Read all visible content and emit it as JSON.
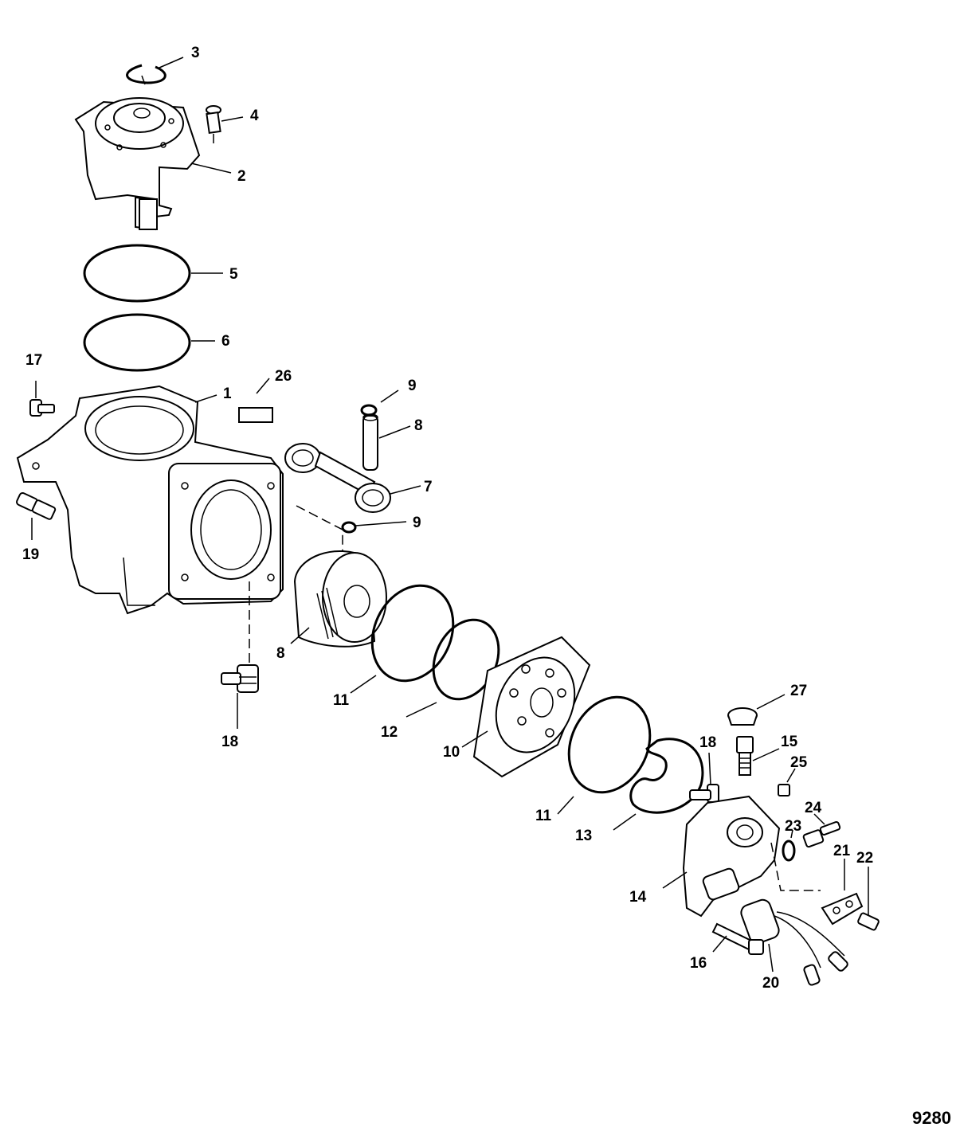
{
  "figure_id": "9280",
  "callouts": {
    "c1": "1",
    "c2": "2",
    "c3": "3",
    "c4": "4",
    "c5": "5",
    "c6": "6",
    "c7": "7",
    "c8a": "8",
    "c8b": "8",
    "c9a": "9",
    "c9b": "9",
    "c10": "10",
    "c11a": "11",
    "c11b": "11",
    "c12": "12",
    "c13": "13",
    "c14": "14",
    "c15": "15",
    "c16": "16",
    "c17": "17",
    "c18a": "18",
    "c18b": "18",
    "c19": "19",
    "c20": "20",
    "c21": "21",
    "c22": "22",
    "c23": "23",
    "c24": "24",
    "c25": "25",
    "c26": "26",
    "c27": "27"
  }
}
